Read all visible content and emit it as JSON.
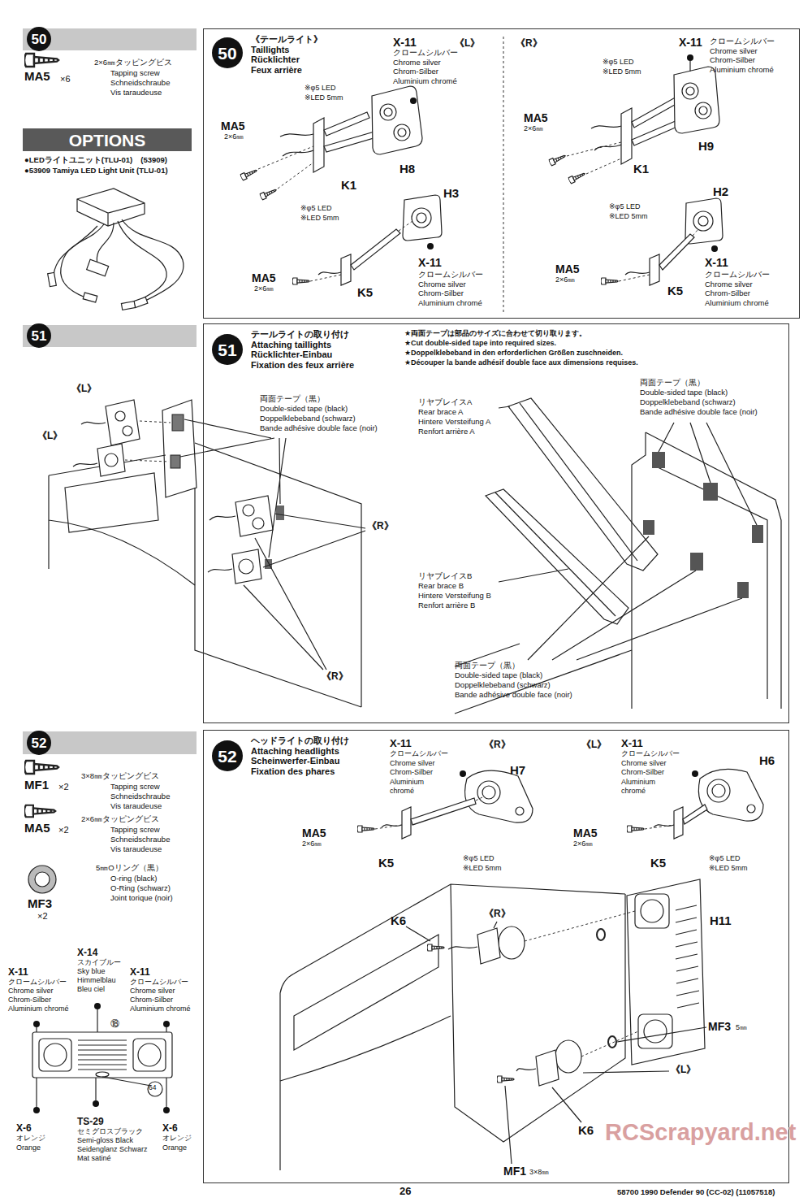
{
  "diagram": {
    "nodes": [
      {
        "text": [
          "50"
        ]
      },
      {
        "text": [
          "OPTIONS"
        ]
      },
      {
        "text": [
          "《テールライト》",
          "Taillights",
          "Rücklichter",
          "Feux arrière"
        ]
      },
      {
        "text": [
          "50"
        ],
        "in": 2
      },
      {
        "text": [
          "51"
        ]
      },
      {
        "text": [
          "テールライトの取り付け",
          "Attaching taillights",
          "Rücklichter-Einbau",
          "Fixation des feux arrière"
        ]
      },
      {
        "text": [
          "51"
        ],
        "in": 5
      },
      {
        "text": [
          "52"
        ]
      },
      {
        "text": [
          "ヘッドライトの取り付け",
          "Attaching headlights",
          "Scheinwerfer-Einbau",
          "Fixation des phares"
        ]
      },
      {
        "text": [
          "52"
        ],
        "in": 8
      }
    ],
    "labels": [
      "MA5",
      "×6",
      "2×6㎜タッピングビス",
      "Tapping screw",
      "Schneidschraube",
      "Vis taraudeuse",
      "●LEDライトユニット(TLU-01)　(53909)",
      "●53909 Tamiya LED Light Unit (TLU-01)",
      "X-11",
      "クロームシルバー",
      "Chrome silver",
      "Chrom-Silber",
      "Aluminium chromé",
      "《L》",
      "※φ5 LED",
      "※LED 5mm",
      "MA5",
      "2×6㎜",
      "K1",
      "H8",
      "※φ5 LED",
      "※LED 5mm",
      "H3",
      "X-11",
      "クロームシルバー",
      "Chrome silver",
      "Chrom-Silber",
      "Aluminium chromé",
      "MA5",
      "2×6㎜",
      "K5",
      "《R》",
      "X-11",
      "クロームシルバー",
      "Chrome silver",
      "Chrom-Silber",
      "Aluminium chromé",
      "※φ5 LED",
      "※LED 5mm",
      "MA5",
      "2×6㎜",
      "K1",
      "H9",
      "※φ5 LED",
      "※LED 5mm",
      "H2",
      "X-11",
      "クロームシルバー",
      "Chrome silver",
      "Chrom-Silber",
      "Aluminium chromé",
      "MA5",
      "2×6㎜",
      "K5",
      "★両面テープは部品のサイズに合わせて切り取ります。",
      "★Cut double-sided tape into required sizes.",
      "★Doppelklebeband in den erforderlichen Größen zuschneiden.",
      "★Découper la bande adhésif double face aux dimensions requises.",
      "《L》",
      "《L》",
      "両面テープ（黒）",
      "Double-sided tape (black)",
      "Doppelklebeband (schwarz)",
      "Bande adhésive double face (noir)",
      "《R》",
      "《R》",
      "リヤブレイスA",
      "Rear brace A",
      "Hintere Versteifung A",
      "Renfort arrière A",
      "両面テープ（黒）",
      "Double-sided tape (black)",
      "Doppelklebeband (schwarz)",
      "Bande adhésive double face (noir)",
      "リヤブレイスB",
      "Rear brace B",
      "Hintere Versteifung B",
      "Renfort arrière B",
      "両面テープ（黒）",
      "Double-sided tape (black)",
      "Doppelklebeband (schwarz)",
      "Bande adhésive double face (noir)",
      "MF1",
      "×2",
      "3×8㎜タッピングビス",
      "Tapping screw",
      "Schneidschraube",
      "Vis taraudeuse",
      "MA5",
      "×2",
      "2×6㎜タッピングビス",
      "Tapping screw",
      "Schneidschraube",
      "Vis taraudeuse",
      "MF3",
      "×2",
      "5㎜Oリング（黒）",
      "O-ring (black)",
      "O-Ring (schwarz)",
      "Joint torique (noir)",
      "X-14",
      "スカイブルー",
      "Sky blue",
      "Himmelblau",
      "Bleu ciel",
      "X-11",
      "クロームシルバー",
      "Chrome silver",
      "Chrom-Silber",
      "Aluminium chromé",
      "X-11",
      "クロームシルバー",
      "Chrome silver",
      "Chrom-Silber",
      "Aluminium chromé",
      "⑱",
      "64",
      "X-6",
      "オレンジ",
      "Orange",
      "TS-29",
      "セミグロスブラック",
      "Semi-gloss Black",
      "Seidenglanz Schwarz",
      "Mat satiné",
      "X-6",
      "オレンジ",
      "Orange",
      "X-11",
      "クロームシルバー",
      "Chrome silver",
      "Chrom-Silber",
      "Aluminium",
      "chromé",
      "《R》",
      "H7",
      "MA5",
      "2×6㎜",
      "K5",
      "※φ5 LED",
      "※LED 5mm",
      "《L》",
      "X-11",
      "クロームシルバー",
      "Chrome silver",
      "Chrom-Silber",
      "Aluminium",
      "chromé",
      "H6",
      "MA5",
      "2×6㎜",
      "K5",
      "※φ5 LED",
      "※LED 5mm",
      "《R》",
      "K6",
      "H11",
      "MF3",
      "5㎜",
      "《L》",
      "K6",
      "MF1",
      "3×8㎜",
      "26",
      "58700 1990 Defender 90 (CC-02) (11057518)",
      "RCScrapyard.net"
    ]
  }
}
